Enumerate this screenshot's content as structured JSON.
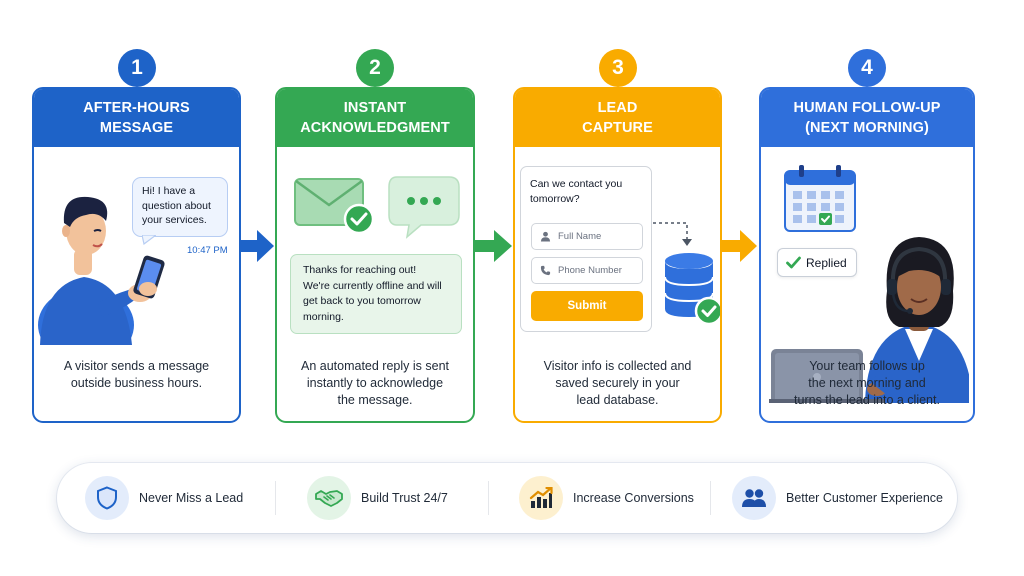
{
  "steps": [
    {
      "number": "1",
      "title_lines": [
        "AFTER-HOURS",
        "MESSAGE"
      ],
      "chat_bubble_lines": [
        "Hi! I have a",
        "question about",
        "your services."
      ],
      "time": "10:47 PM",
      "description_lines": [
        "A visitor sends a message",
        "outside business hours."
      ]
    },
    {
      "number": "2",
      "title_lines": [
        "INSTANT",
        "ACKNOWLEDGMENT"
      ],
      "reply_lines": [
        "Thanks for reaching out!",
        "We're currently offline and will",
        "get back to you tomorrow",
        "morning."
      ],
      "description_lines": [
        "An automated reply is sent",
        "instantly to acknowledge",
        "the message."
      ]
    },
    {
      "number": "3",
      "title_lines": [
        "LEAD",
        "CAPTURE"
      ],
      "form_question_lines": [
        "Can we contact you",
        "tomorrow?"
      ],
      "name_placeholder": "Full Name",
      "phone_placeholder": "Phone Number",
      "submit_label": "Submit",
      "description_lines": [
        "Visitor info is collected and",
        "saved securely in your",
        "lead database."
      ]
    },
    {
      "number": "4",
      "title_lines": [
        "HUMAN FOLLOW-UP",
        "(NEXT MORNING)"
      ],
      "status_label": "Replied",
      "description_lines": [
        "Your team follows up",
        "the next morning and",
        "turns the lead into a client."
      ]
    }
  ],
  "benefits": [
    {
      "label": "Never Miss a Lead",
      "icon": "shield-icon"
    },
    {
      "label": "Build Trust 24/7",
      "icon": "handshake-icon"
    },
    {
      "label": "Increase Conversions",
      "icon": "growth-chart-icon"
    },
    {
      "label": "Better Customer Experience",
      "icon": "users-icon"
    }
  ],
  "colors": {
    "step1": "#1e63c8",
    "step2": "#34a853",
    "step3": "#f9ab00",
    "step4": "#2f6fdb"
  }
}
